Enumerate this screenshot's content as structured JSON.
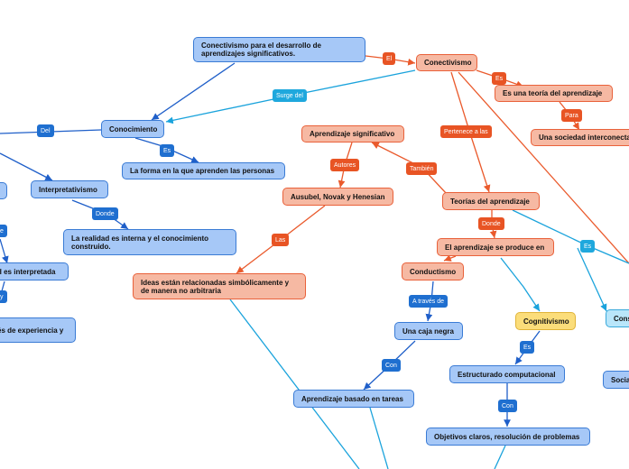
{
  "nodes": {
    "conectivismo_desarrollo": "Conectivismo para el desarrollo de aprendizajes significativos.",
    "conectivismo": "Conectivismo",
    "teoria_aprendizaje": "Es una teoría del aprendizaje",
    "sociedad_interconectada": "Una sociedad interconectada",
    "conocimiento": "Conocimiento",
    "forma_aprenden": "La forma en la que aprenden las personas",
    "aprendizaje_significativo": "Aprendizaje significativo",
    "ausubel": "Ausubel, Novak y Henesian",
    "teorias_aprendizaje": "Teorías del aprendizaje",
    "interpretativismo": "Interpretativismo",
    "realidad_interna": "La realidad es interna y el conocimiento construido.",
    "ideas_relacionadas": "Ideas están relacionadas simbólicamente y de manera no arbitraria",
    "aprendizaje_produce": "El aprendizaje se produce en",
    "conductismo": "Conductismo",
    "es_interpretada": "d es interpretada",
    "experiencia": "és de experiencia y",
    "caja_negra": "Una caja negra",
    "cognitivismo": "Cognitivismo",
    "cons": "Cons",
    "estructurado": "Estructurado computacional",
    "socia": "Socia",
    "aprendizaje_tareas": "Aprendizaje basado en tareas",
    "objetivos": "Objetivos claros, resolución de problemas"
  },
  "labels": {
    "el": "El",
    "es_1": "Es",
    "surge_del": "Surge del",
    "para": "Para",
    "del": "Del",
    "es_2": "Es",
    "pertenece": "Pertenece a las",
    "autores": "Autores",
    "tambien": "También",
    "donde_1": "Donde",
    "donde_2": "Donde",
    "las": "Las",
    "es_3": "Es",
    "e_left": "e",
    "y_left": "y",
    "a_traves": "A través de",
    "es_4": "Es",
    "con_1": "Con",
    "con_2": "Con"
  },
  "colors": {
    "blue_line": "#1f5fc9",
    "orange_line": "#ea5a2c",
    "cyan_line": "#1aa3dc"
  }
}
